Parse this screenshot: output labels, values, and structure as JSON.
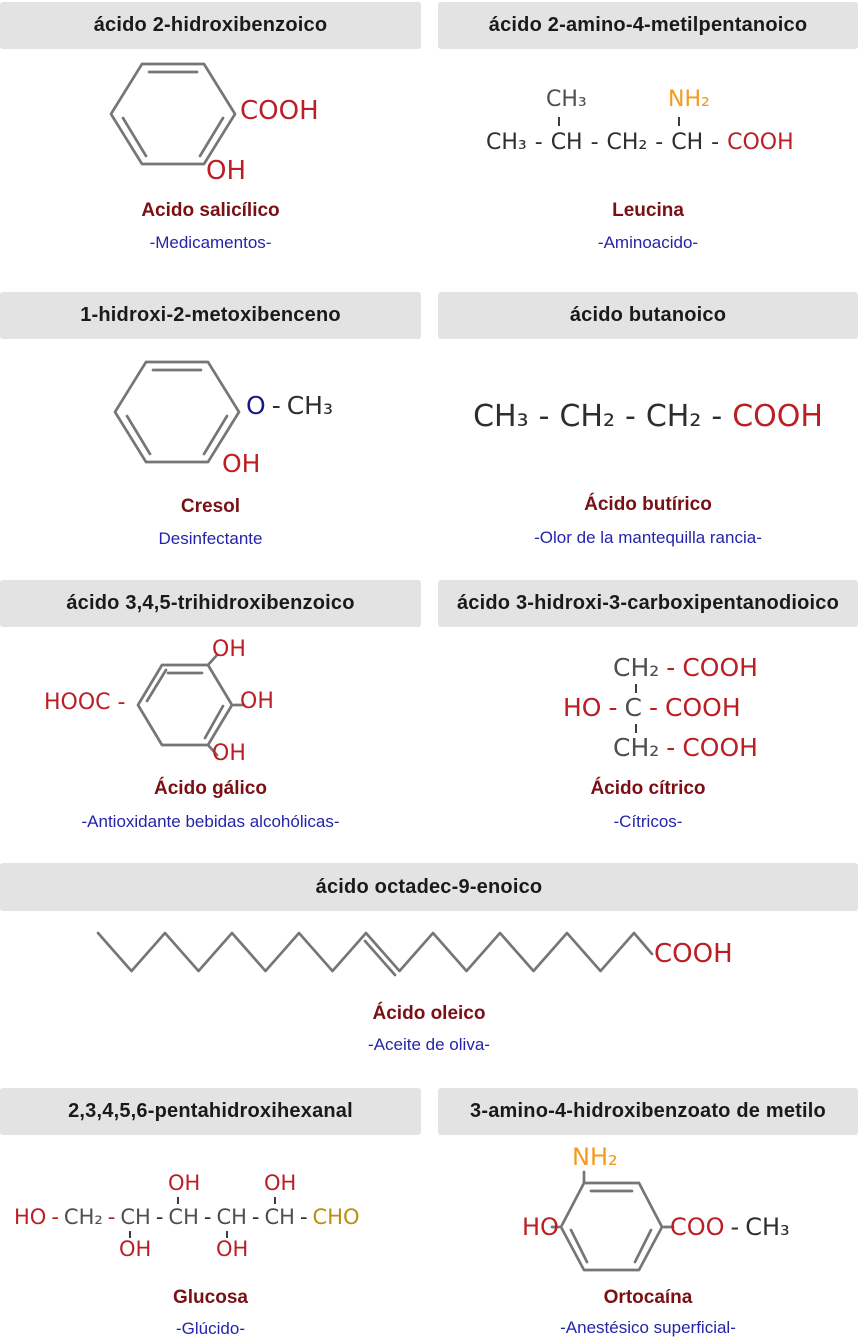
{
  "colors": {
    "red": "#bb1f24",
    "dark": "#2e2e2e",
    "gray": "#4f4f4f",
    "navy": "#1a1a8c",
    "orange": "#f6991e",
    "gold": "#bd8c12",
    "maroon": "#7a1014",
    "blue": "#2424aa",
    "bond": "#767676",
    "header_bg": "#e3e3e3",
    "header_text": "#1a1a1a"
  },
  "cards": {
    "salicilico": {
      "header": "ácido 2-hidroxibenzoico",
      "labels": {
        "acid": "COOH",
        "hydroxyl": "OH"
      },
      "name": "Acido salicílico",
      "use": "-Medicamentos-"
    },
    "leucina": {
      "header": "ácido 2-amino-4-metilpentanoico",
      "methyl": "CH₃",
      "amine": "NH₂",
      "chain": [
        {
          "t": "CH₃",
          "c": "dark"
        },
        {
          "t": "-",
          "c": "dark"
        },
        {
          "t": "CH",
          "c": "dark"
        },
        {
          "t": "-",
          "c": "dark"
        },
        {
          "t": "CH₂",
          "c": "dark"
        },
        {
          "t": "-",
          "c": "dark"
        },
        {
          "t": "CH",
          "c": "dark"
        },
        {
          "t": "-",
          "c": "dark"
        },
        {
          "t": "COOH",
          "c": "red"
        }
      ],
      "name": "Leucina",
      "use": "-Aminoacido-"
    },
    "cresol": {
      "header": "1-hidroxi-2-metoxibenceno",
      "ether": [
        {
          "t": "O",
          "c": "navy"
        },
        {
          "t": "-",
          "c": "dark"
        },
        {
          "t": "CH₃",
          "c": "dark"
        }
      ],
      "hydroxyl": "OH",
      "name": "Cresol",
      "use": "Desinfectante"
    },
    "butirico": {
      "header": "ácido butanoico",
      "chain": [
        {
          "t": "CH₃",
          "c": "dark"
        },
        {
          "t": "-",
          "c": "dark"
        },
        {
          "t": "CH₂",
          "c": "dark"
        },
        {
          "t": "-",
          "c": "dark"
        },
        {
          "t": "CH₂",
          "c": "dark"
        },
        {
          "t": "-",
          "c": "dark"
        },
        {
          "t": "COOH",
          "c": "red"
        }
      ],
      "name": "Ácido butírico",
      "use": "-Olor de la mantequilla rancia-"
    },
    "galico": {
      "header": "ácido 3,4,5-trihidroxibenzoico",
      "acid": "HOOC -",
      "oh_top": "OH",
      "oh_mid": "OH",
      "oh_bottom": "OH",
      "name": "Ácido gálico",
      "use": "-Antioxidante bebidas alcohólicas-"
    },
    "citrico": {
      "header": "ácido 3-hidroxi-3-carboxipentanodioico",
      "line1": [
        {
          "t": "CH₂",
          "c": "gray"
        },
        {
          "t": "-",
          "c": "red"
        },
        {
          "t": "COOH",
          "c": "red"
        }
      ],
      "line2": [
        {
          "t": "HO",
          "c": "red"
        },
        {
          "t": "-",
          "c": "red"
        },
        {
          "t": "C",
          "c": "gray"
        },
        {
          "t": "-",
          "c": "red"
        },
        {
          "t": "COOH",
          "c": "red"
        }
      ],
      "line3": [
        {
          "t": "CH₂",
          "c": "gray"
        },
        {
          "t": "-",
          "c": "red"
        },
        {
          "t": "COOH",
          "c": "red"
        }
      ],
      "name": "Ácido cítrico",
      "use": "-Cítricos-"
    },
    "oleico": {
      "header": "ácido octadec-9-enoico",
      "acid": "COOH",
      "name": "Ácido oleico",
      "use": "-Aceite de oliva-"
    },
    "glucosa": {
      "header": "2,3,4,5,6-pentahidroxihexanal",
      "chain": [
        {
          "t": "HO",
          "c": "red"
        },
        {
          "t": "-",
          "c": "red"
        },
        {
          "t": "CH₂",
          "c": "gray"
        },
        {
          "t": "-",
          "c": "red"
        },
        {
          "t": "CH",
          "c": "gray"
        },
        {
          "t": "-",
          "c": "dark"
        },
        {
          "t": "CH",
          "c": "gray"
        },
        {
          "t": "-",
          "c": "dark"
        },
        {
          "t": "CH",
          "c": "gray"
        },
        {
          "t": "-",
          "c": "dark"
        },
        {
          "t": "CH",
          "c": "gray"
        },
        {
          "t": "-",
          "c": "dark"
        },
        {
          "t": "CHO",
          "c": "gold"
        }
      ],
      "oh_above_1": "OH",
      "oh_above_2": "OH",
      "oh_below_1": "OH",
      "oh_below_2": "OH",
      "name": "Glucosa",
      "use": "-Glúcido-"
    },
    "ortocaina": {
      "header": "3-amino-4-hidroxibenzoato de metilo",
      "amine": "NH₂",
      "hydroxyl": "HO",
      "ester": [
        {
          "t": "COO",
          "c": "red"
        },
        {
          "t": "-",
          "c": "dark"
        },
        {
          "t": "CH₃",
          "c": "dark"
        }
      ],
      "name": "Ortocaína",
      "use": "-Anestésico superficial-"
    }
  }
}
